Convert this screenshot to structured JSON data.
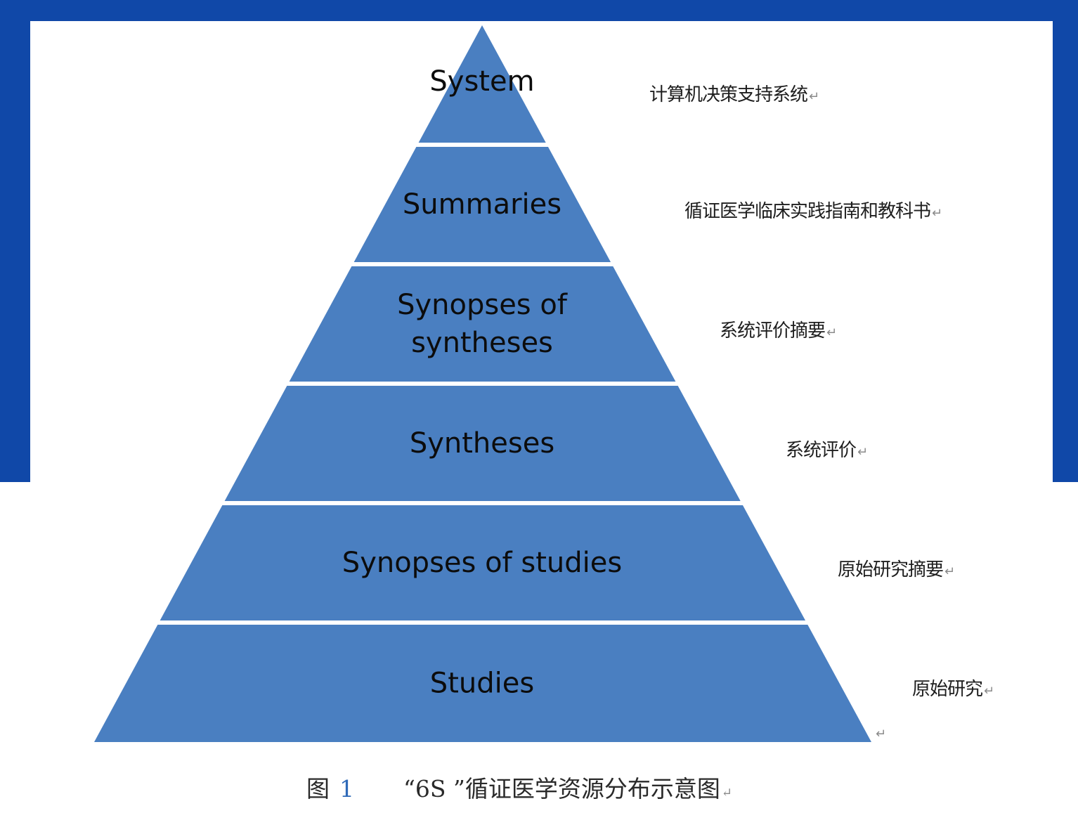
{
  "pyramid": {
    "fill_color": "#4a7fc1",
    "tiers": [
      {
        "label_lines": [
          "System"
        ],
        "annotation": "计算机决策支持系统"
      },
      {
        "label_lines": [
          "Summaries"
        ],
        "annotation": "循证医学临床实践指南和教科书"
      },
      {
        "label_lines": [
          "Synopses of",
          "syntheses"
        ],
        "annotation": "系统评价摘要"
      },
      {
        "label_lines": [
          "Syntheses"
        ],
        "annotation": "系统评价"
      },
      {
        "label_lines": [
          "Synopses of studies"
        ],
        "annotation": "原始研究摘要"
      },
      {
        "label_lines": [
          "Studies"
        ],
        "annotation": "原始研究"
      }
    ]
  },
  "paragraph_mark": "↵",
  "caption": {
    "prefix": "图",
    "number": "1",
    "title": "“6S ”循证医学资源分布示意图"
  },
  "colors": {
    "frame": "#1048a8",
    "background": "#ffffff"
  }
}
